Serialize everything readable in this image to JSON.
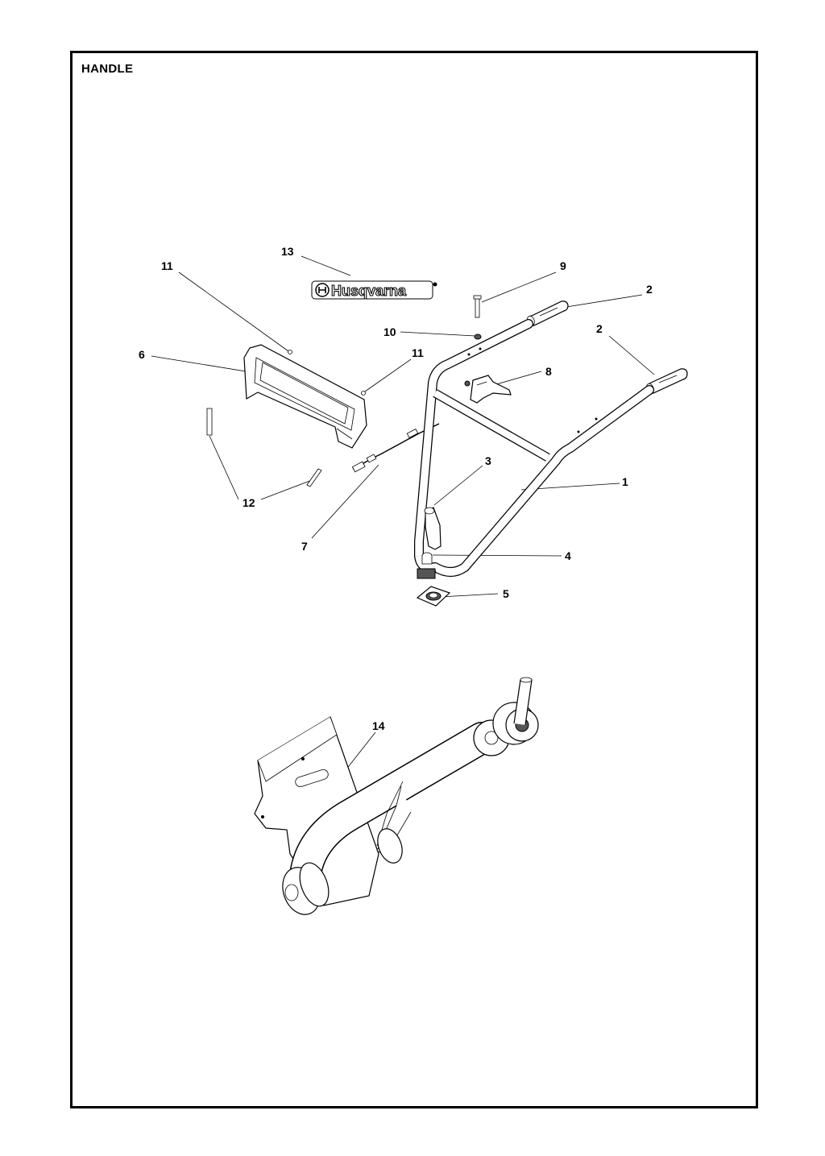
{
  "title": "HANDLE",
  "brand_logo": "Husqvarna",
  "callouts": [
    {
      "id": "c13",
      "label": "13"
    },
    {
      "id": "c11a",
      "label": "11"
    },
    {
      "id": "c9",
      "label": "9"
    },
    {
      "id": "c2a",
      "label": "2"
    },
    {
      "id": "c10",
      "label": "10"
    },
    {
      "id": "c2b",
      "label": "2"
    },
    {
      "id": "c6",
      "label": "6"
    },
    {
      "id": "c11b",
      "label": "11"
    },
    {
      "id": "c8",
      "label": "8"
    },
    {
      "id": "c3",
      "label": "3"
    },
    {
      "id": "c1",
      "label": "1"
    },
    {
      "id": "c12",
      "label": "12"
    },
    {
      "id": "c7",
      "label": "7"
    },
    {
      "id": "c4",
      "label": "4"
    },
    {
      "id": "c5",
      "label": "5"
    },
    {
      "id": "c14",
      "label": "14"
    }
  ],
  "colors": {
    "line": "#000000",
    "background": "#ffffff",
    "shade": "#555555"
  }
}
